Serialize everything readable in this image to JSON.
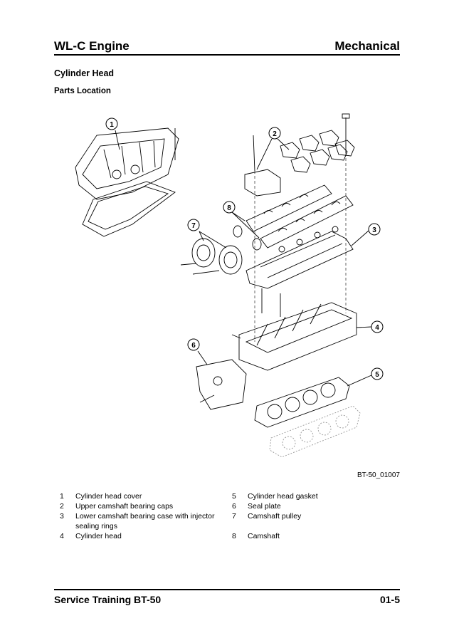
{
  "header": {
    "left": "WL-C Engine",
    "right": "Mechanical"
  },
  "section_title": "Cylinder Head",
  "subsection_title": "Parts Location",
  "diagram": {
    "callouts": [
      "1",
      "2",
      "3",
      "4",
      "5",
      "6",
      "7",
      "8"
    ],
    "caption": "BT-50_01007"
  },
  "legend": {
    "left": [
      {
        "num": "1",
        "text": "Cylinder head cover"
      },
      {
        "num": "2",
        "text": "Upper camshaft bearing caps"
      },
      {
        "num": "3",
        "text": "Lower camshaft bearing case with injector sealing rings"
      },
      {
        "num": "4",
        "text": "Cylinder head"
      }
    ],
    "right": [
      {
        "num": "5",
        "text": "Cylinder head gasket"
      },
      {
        "num": "6",
        "text": "Seal plate"
      },
      {
        "num": "7",
        "text": "Camshaft pulley"
      },
      {
        "num": "8",
        "text": "Camshaft"
      }
    ]
  },
  "footer": {
    "left": "Service Training BT-50",
    "right": "01-5"
  }
}
